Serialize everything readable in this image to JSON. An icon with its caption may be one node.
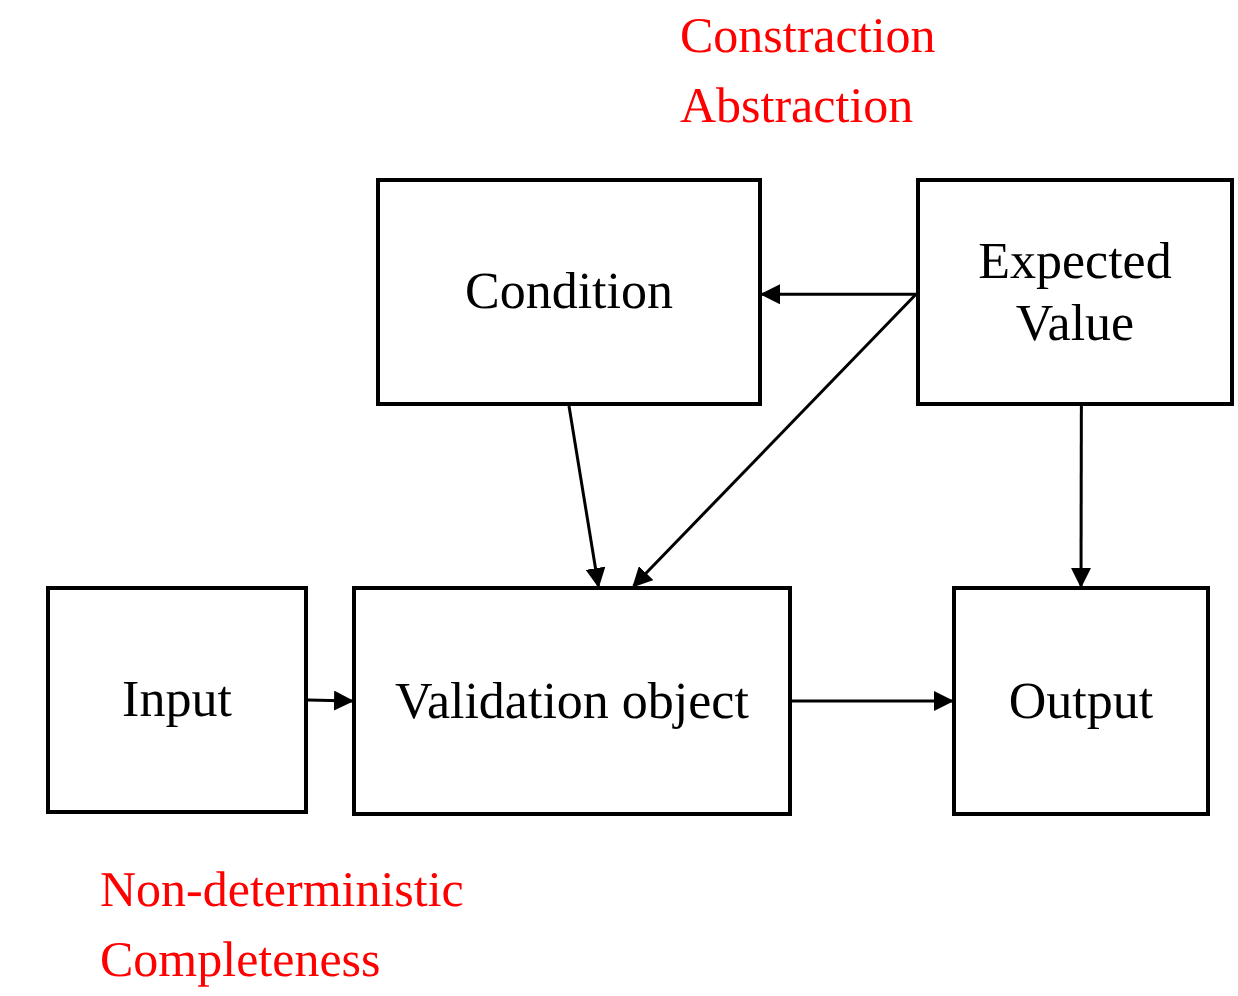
{
  "diagram": {
    "nodes": [
      {
        "text": [
          "Condition"
        ]
      },
      {
        "text": [
          "Expected Value"
        ]
      },
      {
        "text": [
          "Input"
        ]
      },
      {
        "text": [
          "Validation object"
        ]
      },
      {
        "text": [
          "Output"
        ]
      }
    ],
    "edges": [
      {
        "from": 1,
        "to": 0,
        "arrow": "to"
      },
      {
        "from": 0,
        "to": 3,
        "arrow": "to"
      },
      {
        "from": 1,
        "to": 3,
        "arrow": "to"
      },
      {
        "from": 2,
        "to": 3,
        "arrow": "to"
      },
      {
        "from": 3,
        "to": 4,
        "arrow": "to"
      },
      {
        "from": 1,
        "to": 4,
        "arrow": "to"
      }
    ],
    "labels": [
      "Constraction",
      "Abstraction",
      "Non-deterministic",
      "Completeness"
    ]
  }
}
